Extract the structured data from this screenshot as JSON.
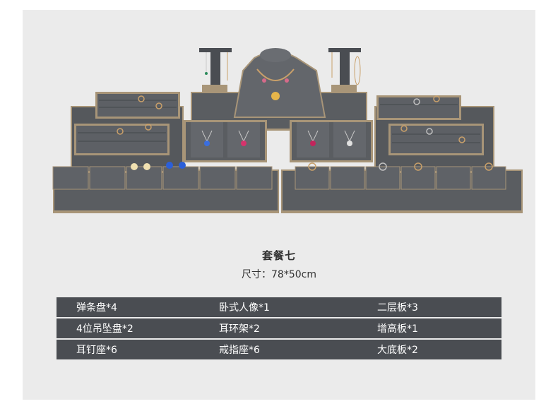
{
  "package": {
    "title": "套餐七",
    "size": "尺寸：78*50cm"
  },
  "items": [
    [
      "弹条盘*4",
      "卧式人像*1",
      "二层板*3"
    ],
    [
      "4位吊坠盘*2",
      "耳环架*2",
      "增高板*1"
    ],
    [
      "耳钉座*6",
      "戒指座*6",
      "大底板*2"
    ]
  ],
  "colors": {
    "panel": "#ebebeb",
    "display_gray": "#5a5d61",
    "trim_bronze": "#a89578",
    "table_row": "#4a4d52"
  }
}
